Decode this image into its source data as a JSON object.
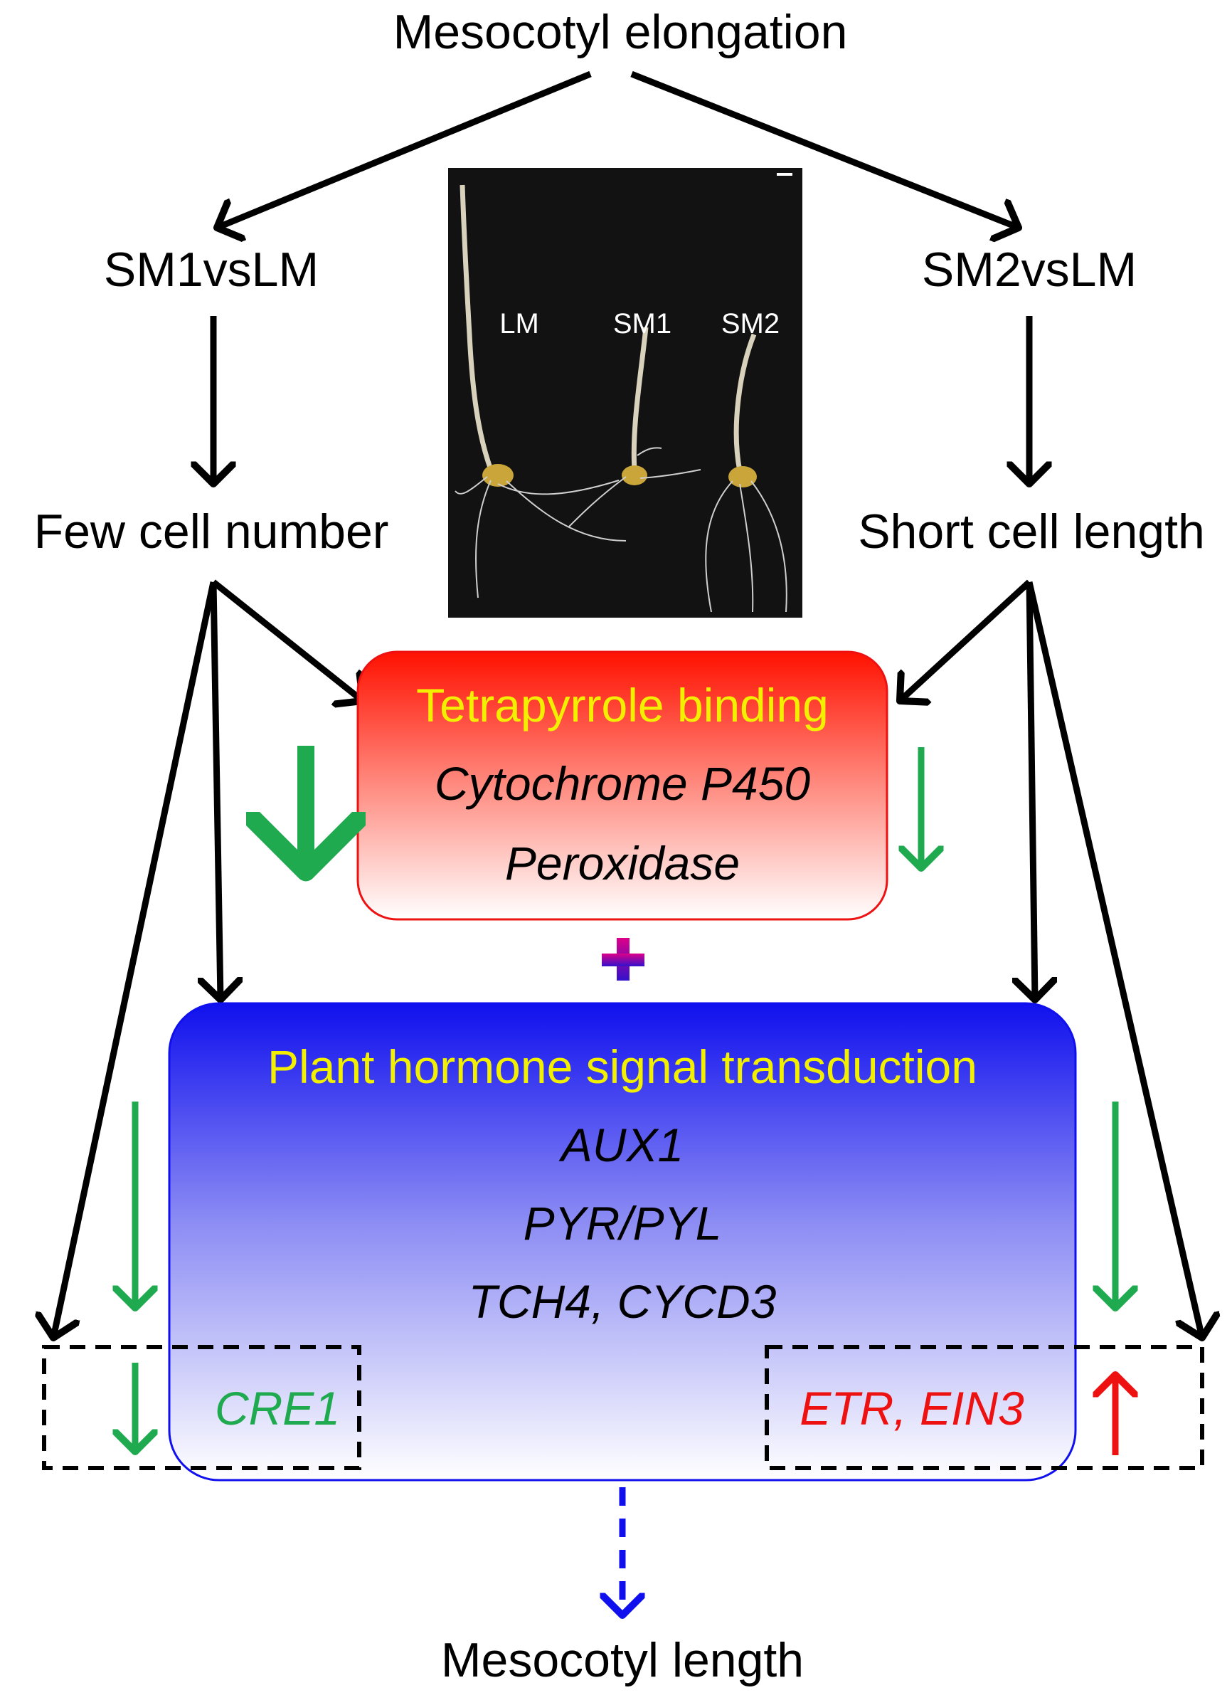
{
  "top_label": "Mesocotyl elongation",
  "left_branch": {
    "label": "SM1vsLM",
    "result": "Few cell number"
  },
  "right_branch": {
    "label": "SM2vsLM",
    "result": "Short cell length"
  },
  "photo": {
    "labels": [
      "LM",
      "SM1",
      "SM2"
    ]
  },
  "box1": {
    "title": "Tetrapyrrole binding",
    "genes": [
      "Cytochrome P450",
      "Peroxidase"
    ]
  },
  "box2": {
    "title": "Plant hormone signal transduction",
    "genes": [
      "AUX1",
      "PYR/PYL",
      "TCH4, CYCD3"
    ]
  },
  "left_gene": "CRE1",
  "right_gene": "ETR, EIN3",
  "bottom_label": "Mesocotyl length",
  "colors": {
    "down_arrow": "#1faa4f",
    "up_arrow": "#ee1111",
    "title_text": "#f2f000",
    "box1_top": "#ff1100",
    "box2_top": "#1010ee",
    "left_gene": "#1faa4f",
    "right_gene": "#ee1111",
    "dashed_arrow": "#1010ee"
  }
}
